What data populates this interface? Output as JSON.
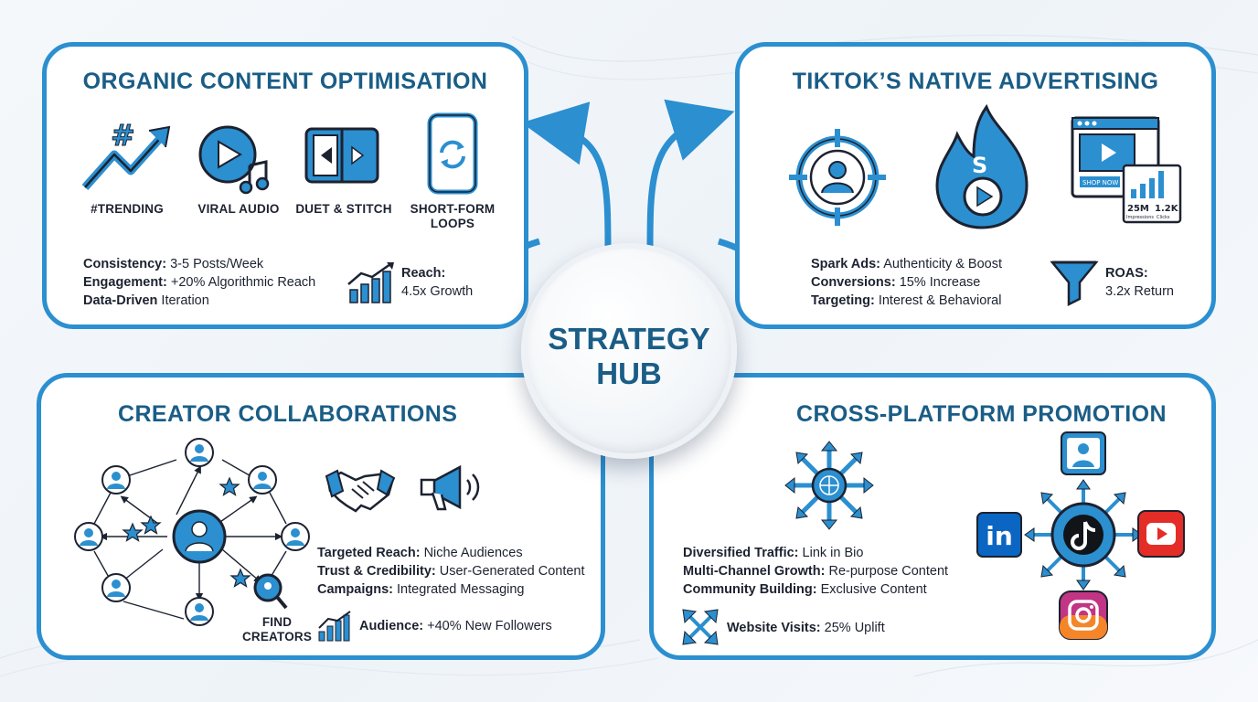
{
  "hub": {
    "line1": "STRATEGY",
    "line2": "HUB"
  },
  "organic": {
    "title": "ORGANIC CONTENT OPTIMISATION",
    "icons": [
      {
        "label": "#TRENDING",
        "icon": "trending-hashtag-icon"
      },
      {
        "label": "VIRAL AUDIO",
        "icon": "play-music-icon"
      },
      {
        "label": "DUET & STITCH",
        "icon": "split-screen-icon"
      },
      {
        "label_1": "SHORT-FORM",
        "label_2": "LOOPS",
        "icon": "phone-loop-icon"
      }
    ],
    "stats": [
      {
        "key": "Consistency:",
        "value": " 3-5 Posts/Week"
      },
      {
        "key": "Engagement:",
        "value": " +20% Algorithmic Reach"
      },
      {
        "key": "Data-Driven",
        "value": " Iteration"
      }
    ],
    "metric": {
      "key": "Reach:",
      "value": "4.5x Growth"
    }
  },
  "ads": {
    "title": "TIKTOK’S NATIVE ADVERTISING",
    "icon_text": {
      "flame_letter": "S",
      "shop_button": "SHOP NOW",
      "metric_1": "25M",
      "metric_2": "1.2K",
      "metric_1_caption": "Impressions",
      "metric_2_caption": "Clicks"
    },
    "stats": [
      {
        "key": "Spark Ads:",
        "value": " Authenticity & Boost"
      },
      {
        "key": "Conversions:",
        "value": " 15% Increase"
      },
      {
        "key": "Targeting:",
        "value": " Interest & Behavioral"
      }
    ],
    "metric": {
      "key": "ROAS:",
      "value": "3.2x Return"
    }
  },
  "creators": {
    "title": "CREATOR COLLABORATIONS",
    "find_1": "FIND",
    "find_2": "CREATORS",
    "stats": [
      {
        "key": "Targeted Reach:",
        "value": " Niche Audiences"
      },
      {
        "key": "Trust & Credibility:",
        "value": " User-Generated Content"
      },
      {
        "key": "Campaigns:",
        "value": " Integrated Messaging"
      }
    ],
    "metric": {
      "key": "Audience:",
      "value": " +40% New Followers"
    }
  },
  "cross": {
    "title": "CROSS-PLATFORM PROMOTION",
    "stats": [
      {
        "key": "Diversified Traffic:",
        "value": " Link in Bio"
      },
      {
        "key": "Multi-Channel Growth:",
        "value": " Re-purpose Content"
      },
      {
        "key": "Community Building:",
        "value": " Exclusive Content"
      }
    ],
    "metric": {
      "key": "Website Visits:",
      "value": " 25% Uplift"
    },
    "platforms": {
      "linkedin": "in"
    }
  },
  "colors": {
    "primary": "#2b8fd0",
    "title": "#1a5d86",
    "dark": "#1c2230"
  }
}
